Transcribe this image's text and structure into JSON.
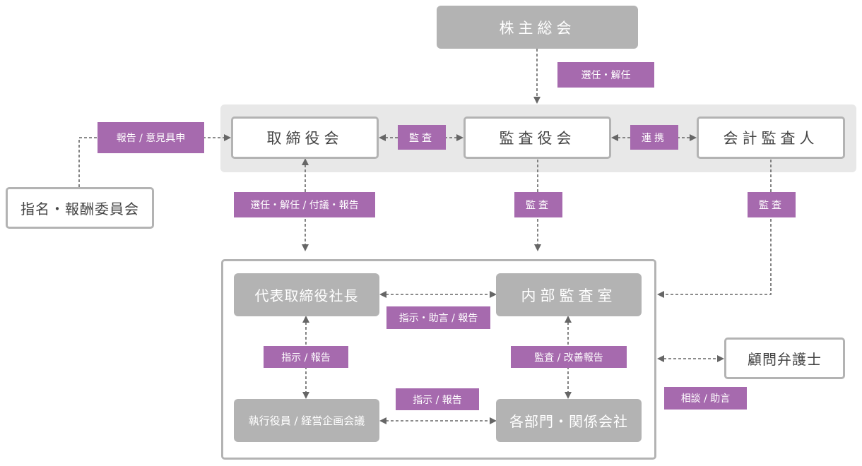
{
  "colors": {
    "gray": "#b3b3b3",
    "purple": "#a66aae",
    "band": "#e8e8e8",
    "line": "#666666"
  },
  "nodes": {
    "shareholders": "株主総会",
    "board": "取締役会",
    "audit_board": "監査役会",
    "accounting_auditor": "会計監査人",
    "nomination_committee": "指名・報酬委員会",
    "president": "代表取締役社長",
    "internal_audit": "内部監査室",
    "executive_meeting": "執行役員 / 経営企画会議",
    "departments": "各部門・関係会社",
    "legal_advisor": "顧問弁護士"
  },
  "labels": {
    "elect_dismiss": "選任・解任",
    "report_opinion": "報告 / 意見具申",
    "audit_board_to_board": "監査",
    "coordination": "連携",
    "elect_dismiss_report": "選任・解任 / 付議・報告",
    "audit_center": "監査",
    "audit_right": "監査",
    "instruct_advise_report": "指示・助言 / 報告",
    "instruct_report_left": "指示 / 報告",
    "audit_improvement": "監査 / 改善報告",
    "instruct_report_bottom": "指示 / 報告",
    "consult_advise": "相談 / 助言"
  }
}
